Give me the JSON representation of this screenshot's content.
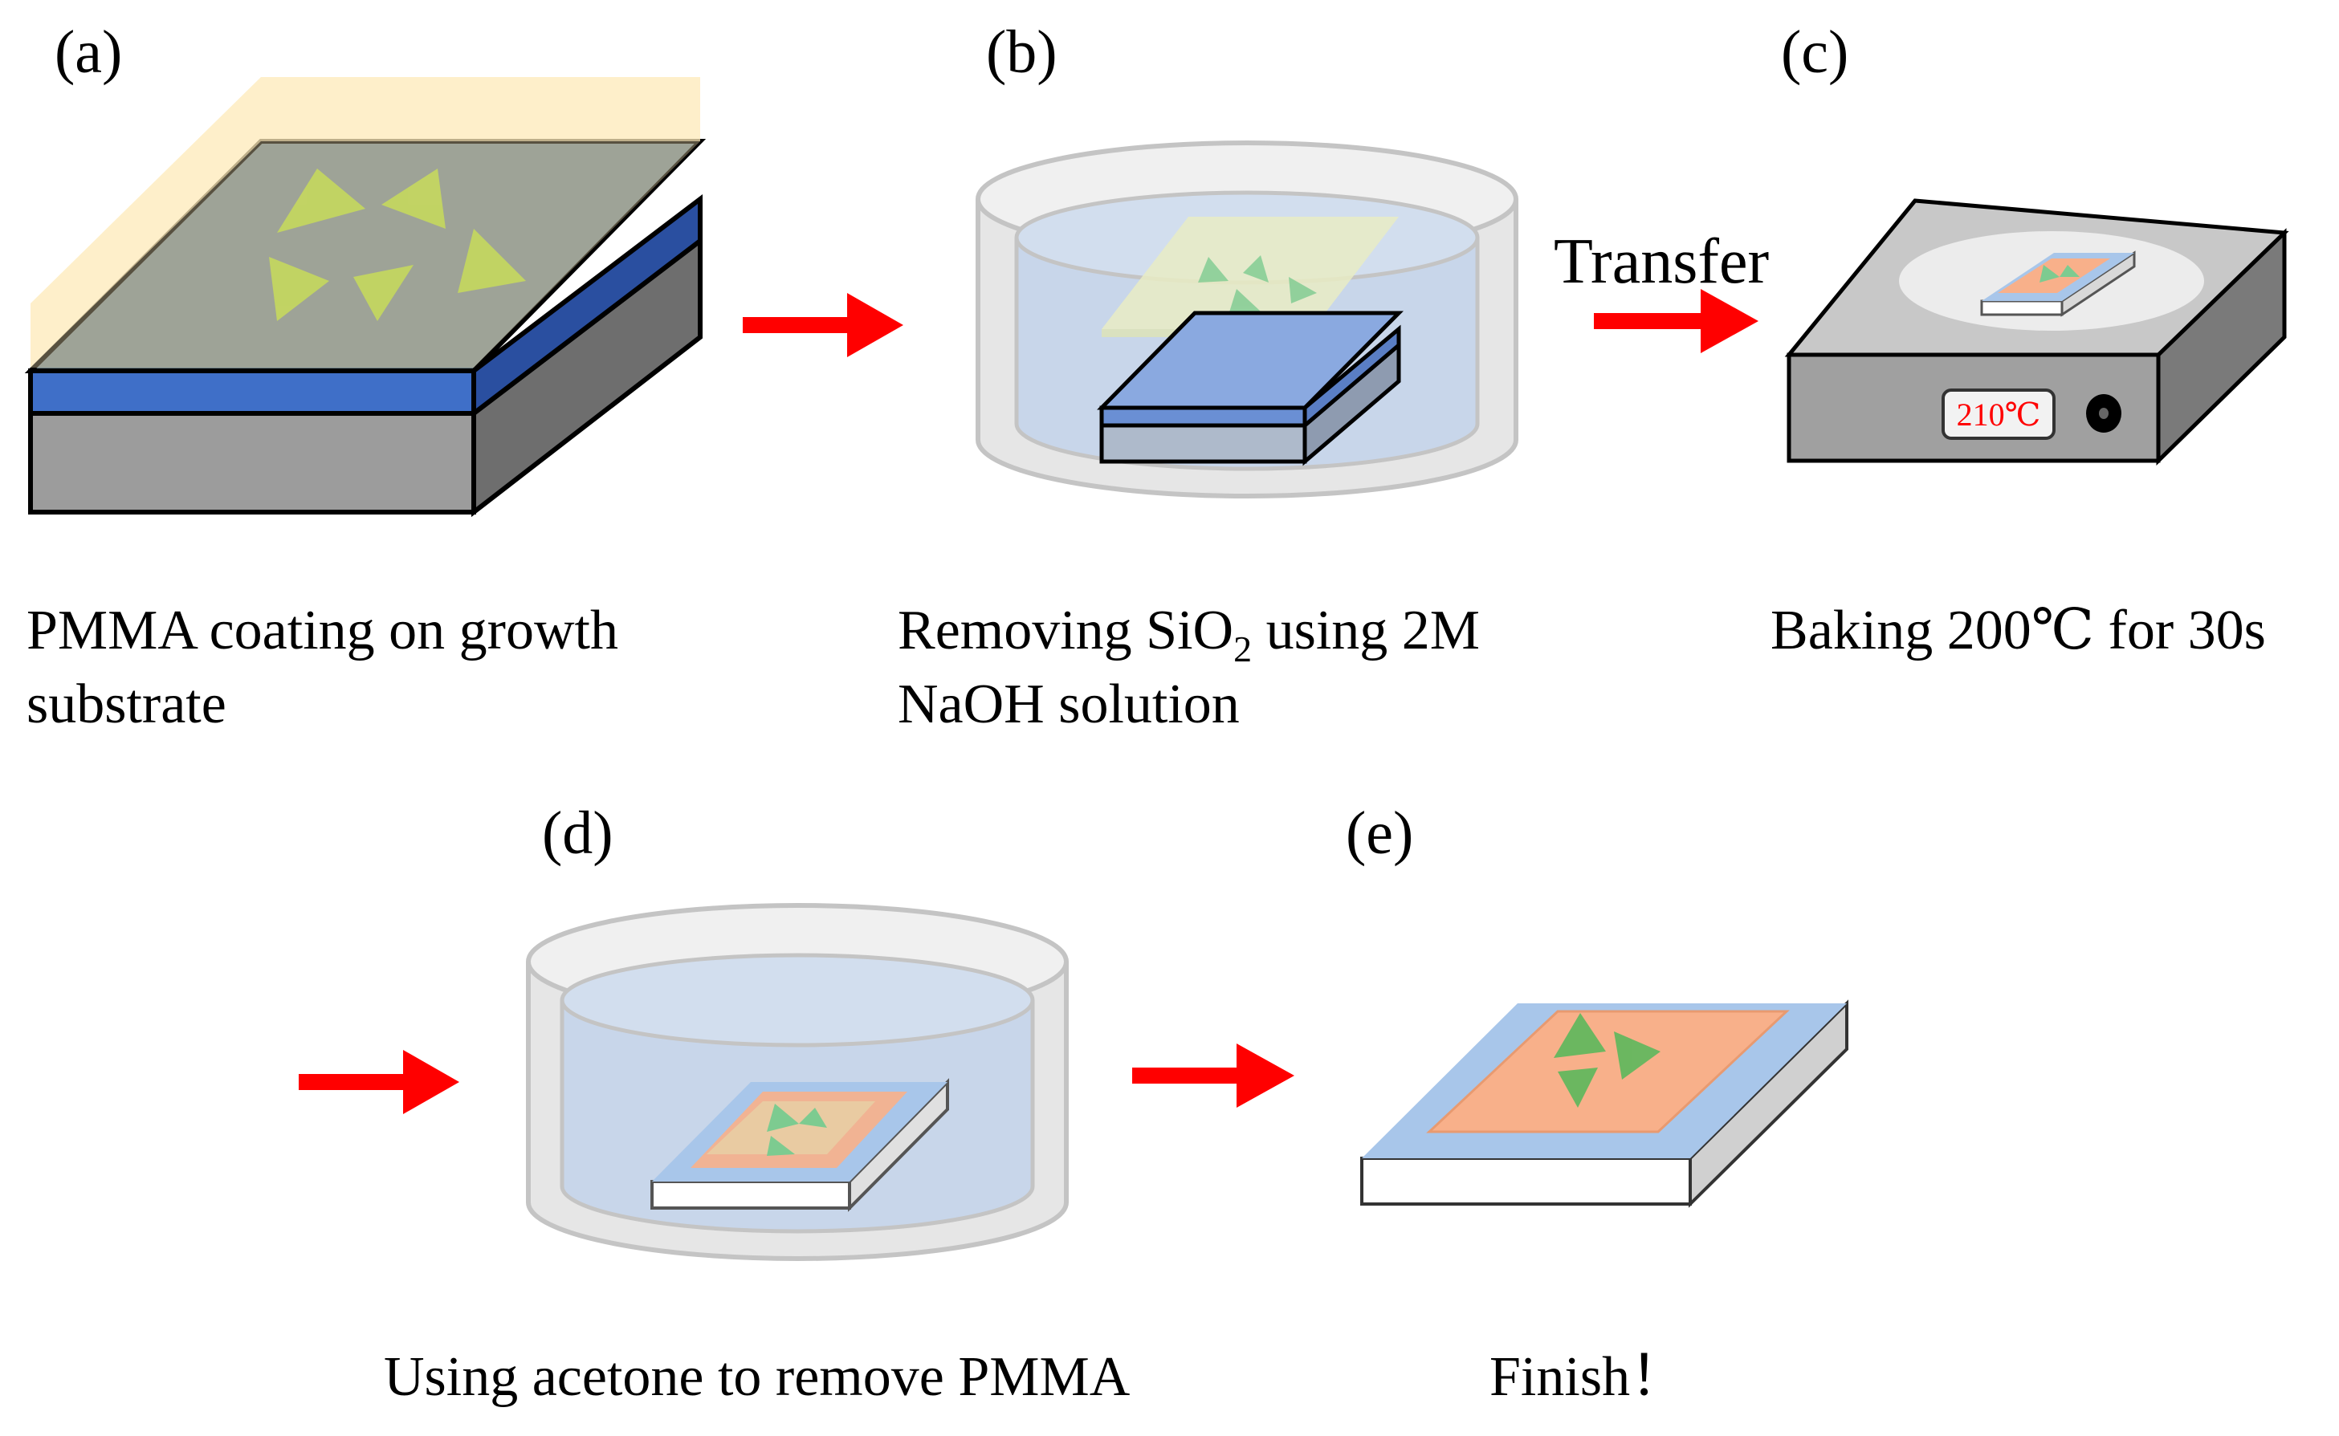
{
  "panels": [
    {
      "label": "(a)",
      "caption_lines": [
        "PMMA coating on growth",
        "substrate"
      ]
    },
    {
      "label": "(b)",
      "caption_lines": [
        "Removing SiO",
        "2",
        " using 2M",
        "NaOH solution"
      ]
    },
    {
      "label": "(c)",
      "caption_lines": [
        "Baking 200℃ for 30s"
      ]
    },
    {
      "label": "(d)",
      "caption_lines": [
        "Using acetone to remove PMMA"
      ]
    },
    {
      "label": "(e)",
      "caption_lines": [
        "Finish！"
      ]
    }
  ],
  "transfer_label": "Transfer",
  "hotplate_display": "210℃",
  "colors": {
    "arrow": "#ff0000",
    "pmma": "#fde9b8",
    "sio2": "#3f6fc8",
    "silicon": "#9c9c9c",
    "flake": "#c8dc5a",
    "flake_green": "#5cb85c",
    "target_film": "#f8b08a",
    "target_substrate_top": "#a8c6ea",
    "water": "#c8d6ea",
    "beaker": "#d8d8d8"
  }
}
